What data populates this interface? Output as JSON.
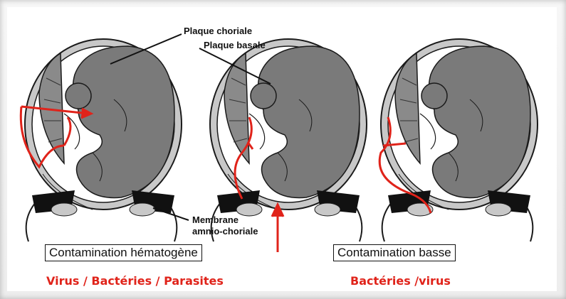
{
  "labels": {
    "plaque_choriale": "Plaque choriale",
    "plaque_basale": "Plaque basale",
    "membrane_line1": "Membrane",
    "membrane_line2": "amnio-choriale"
  },
  "panels": [
    {
      "box_label": "Contamination hématogène",
      "agents": "Virus / Bactéries / Parasites"
    },
    {
      "box_label": "Contamination basse",
      "agents": "Bactéries /virus"
    }
  ],
  "colors": {
    "annotation_red": "#e0231a",
    "fetus_gray": "#7a7a7a",
    "outline": "#1a1a1a"
  }
}
